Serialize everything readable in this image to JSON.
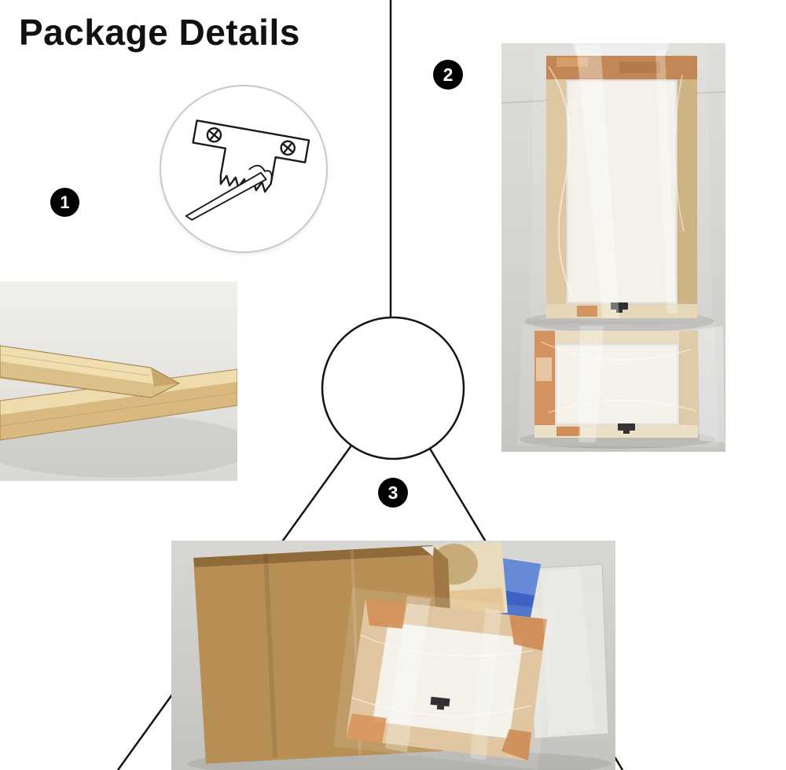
{
  "page": {
    "title": "Package Details",
    "background": "#ffffff"
  },
  "badges": [
    {
      "label": "1"
    },
    {
      "label": "2"
    },
    {
      "label": "3"
    }
  ],
  "icons": {
    "hanger": "sawtooth-hanger-icon"
  },
  "colors": {
    "line": "#141414",
    "badge_bg": "#000000",
    "badge_text": "#ffffff",
    "inset_ring": "#c9c9c9",
    "wood": "#dcc094",
    "cardboard": "#b78e54",
    "canvas_blue": "#3c63c4",
    "canvas_orange": "#cd7f3f",
    "backdrop_gray": "#d3d2ce"
  }
}
